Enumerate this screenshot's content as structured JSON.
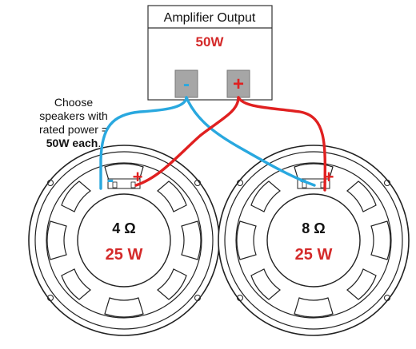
{
  "amplifier": {
    "title": "Amplifier Output",
    "power": "50W",
    "negative_symbol": "-",
    "positive_symbol": "+"
  },
  "note": {
    "line1": "Choose",
    "line2": "speakers with",
    "line3": "rated power =",
    "line4": "50W each",
    "line4_suffix": "."
  },
  "speakers": [
    {
      "impedance": "4 Ω",
      "power": "25 W",
      "negative_symbol": "-",
      "positive_symbol": "+"
    },
    {
      "impedance": "8 Ω",
      "power": "25 W",
      "negative_symbol": "-",
      "positive_symbol": "+"
    }
  ],
  "colors": {
    "positive": "#e02020",
    "negative": "#29a8df",
    "terminal_gray": "#a6a6a6",
    "power_text": "#d42a2a",
    "outline": "#222222"
  }
}
